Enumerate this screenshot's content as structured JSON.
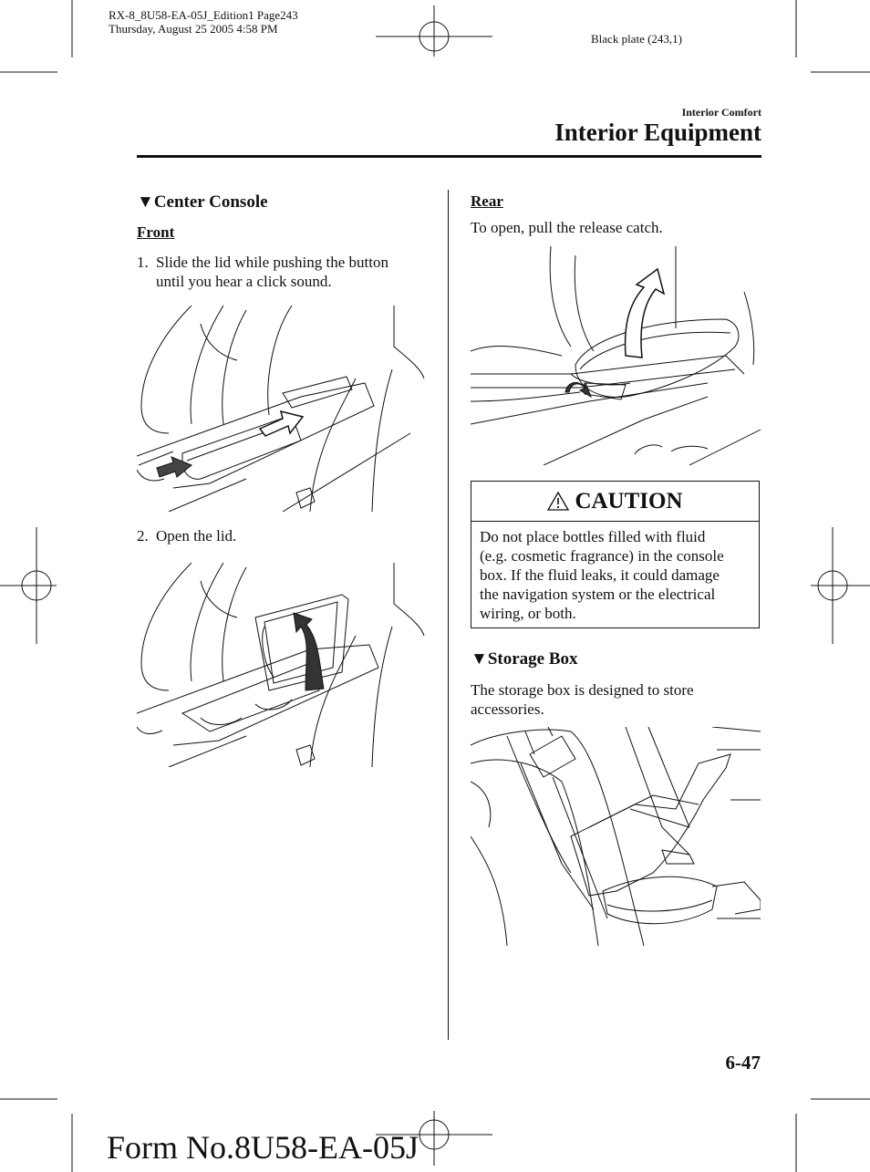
{
  "header": {
    "file_line": "RX-8_8U58-EA-05J_Edition1 Page243",
    "date_line": "Thursday, August 25 2005 4:58 PM",
    "plate": "Black plate (243,1)",
    "section_small": "Interior Comfort",
    "section_title": "Interior Equipment"
  },
  "left": {
    "heading": "Center Console",
    "heading_marker": "▼",
    "subheading": "Front",
    "step1_num": "1.",
    "step1_line1": "Slide the lid while pushing the button",
    "step1_line2": "until you hear a click sound.",
    "step2_num": "2.",
    "step2_text": "Open the lid."
  },
  "right": {
    "subheading": "Rear",
    "rear_text": "To open, pull the release catch.",
    "caution": {
      "title": "CAUTION",
      "lines": [
        "Do not place bottles filled with fluid",
        "(e.g. cosmetic fragrance) in the console",
        "box. If the fluid leaks, it could damage",
        "the navigation system or the electrical",
        "wiring, or both."
      ]
    },
    "storage_heading": "Storage Box",
    "storage_marker": "▼",
    "storage_line1": "The storage box is designed to store",
    "storage_line2": "accessories."
  },
  "footer": {
    "page_number": "6-47",
    "form_number": "Form No.8U58-EA-05J"
  }
}
